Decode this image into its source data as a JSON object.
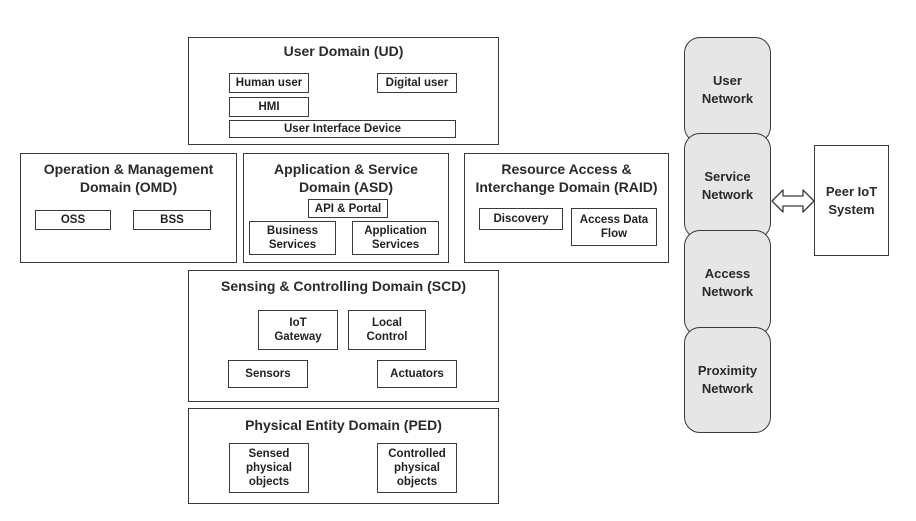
{
  "ud": {
    "title": "User Domain (UD)",
    "human_user": "Human user",
    "digital_user": "Digital  user",
    "hmi": "HMI",
    "uid": "User Interface Device"
  },
  "omd": {
    "title": "Operation & Management\nDomain (OMD)",
    "oss": "OSS",
    "bss": "BSS"
  },
  "asd": {
    "title": "Application & Service\nDomain (ASD)",
    "api": "API & Portal",
    "business": "Business\nServices",
    "application": "Application\nServices"
  },
  "raid": {
    "title": "Resource Access &\nInterchange Domain (RAID)",
    "discovery": "Discovery",
    "access_flow": "Access Data\nFlow"
  },
  "scd": {
    "title": "Sensing & Controlling Domain (SCD)",
    "gateway": "IoT\nGateway",
    "local_control": "Local\nControl",
    "sensors": "Sensors",
    "actuators": "Actuators"
  },
  "ped": {
    "title": "Physical Entity Domain (PED)",
    "sensed": "Sensed\nphysical\nobjects",
    "controlled": "Controlled\nphysical\nobjects"
  },
  "networks": [
    "User\nNetwork",
    "Service\nNetwork",
    "Access\nNetwork",
    "Proximity\nNetwork"
  ],
  "peer": "Peer IoT\nSystem"
}
